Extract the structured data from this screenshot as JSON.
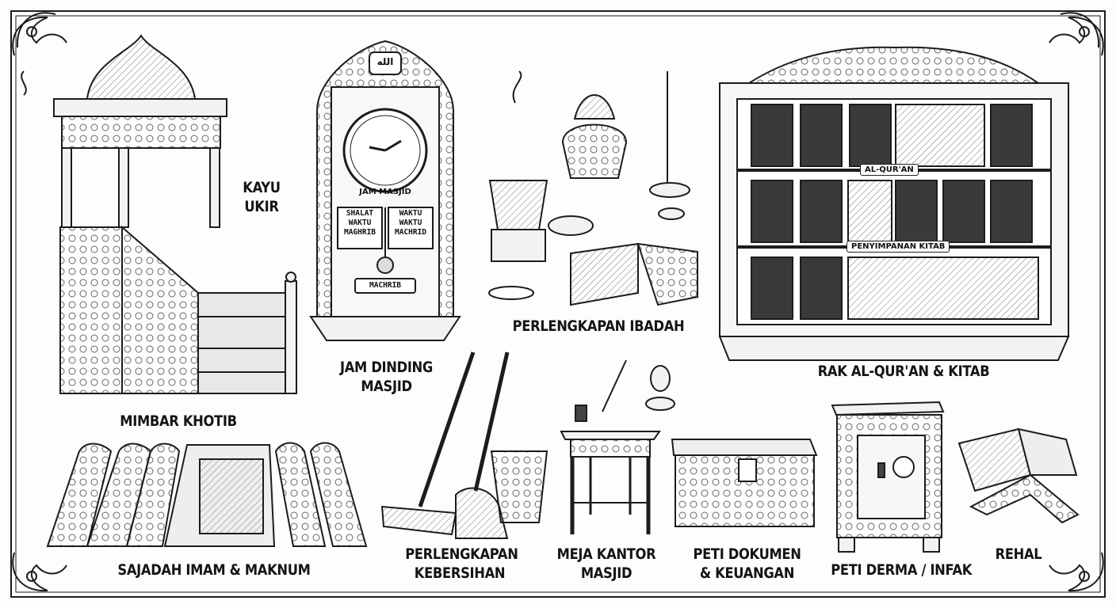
{
  "labels": {
    "kayu_ukir": [
      "KAYU",
      "UKIR"
    ],
    "mimbar": "MIMBAR KHOTIB",
    "jam": [
      "JAM DINDING",
      "MASJID"
    ],
    "ibadah": "PERLENGKAPAN IBADAH",
    "rak": "RAK AL-QUR'AN & KITAB",
    "sajadah": "SAJADAH IMAM & MAKNUM",
    "kebersihan": [
      "PERLENGKAPAN",
      "KEBERSIHAN"
    ],
    "meja": [
      "MEJA KANTOR",
      "MASJID"
    ],
    "peti_dokumen": [
      "PETI DOKUMEN",
      "& KEUANGAN"
    ],
    "peti_derma": "PETI DERMA / INFAK",
    "rehal": "REHAL"
  },
  "clock": {
    "arabic_badge": "الله",
    "label": "JAM MASJID",
    "left_panel": [
      "SHALAT",
      "WAKTU",
      "MAGHRIB"
    ],
    "right_panel": [
      "WAKTU",
      "WAKTU",
      "MACHRID"
    ],
    "pendulum": "MACHRIB"
  },
  "shelf_tags": {
    "quran": "AL-QUR'AN",
    "kitab": "PENYIMPANAN KITAB"
  },
  "style": {
    "ink": "#1c1c1c",
    "paper": "#fdfdfc",
    "shade": "#8a8a8a"
  }
}
